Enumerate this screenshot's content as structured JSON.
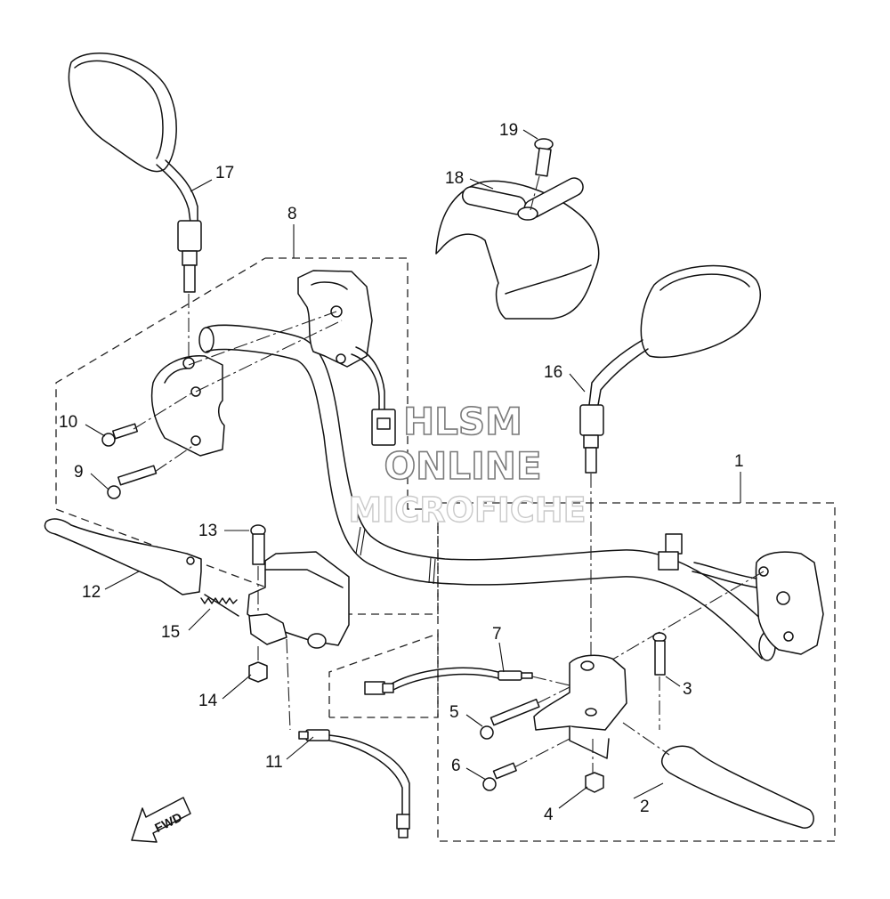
{
  "diagram": {
    "callouts": [
      {
        "id": "1",
        "text": "1"
      },
      {
        "id": "2",
        "text": "2"
      },
      {
        "id": "3",
        "text": "3"
      },
      {
        "id": "4",
        "text": "4"
      },
      {
        "id": "5",
        "text": "5"
      },
      {
        "id": "6",
        "text": "6"
      },
      {
        "id": "7",
        "text": "7"
      },
      {
        "id": "8",
        "text": "8"
      },
      {
        "id": "9",
        "text": "9"
      },
      {
        "id": "10",
        "text": "10"
      },
      {
        "id": "11",
        "text": "11"
      },
      {
        "id": "12",
        "text": "12"
      },
      {
        "id": "13",
        "text": "13"
      },
      {
        "id": "14",
        "text": "14"
      },
      {
        "id": "15",
        "text": "15"
      },
      {
        "id": "16",
        "text": "16"
      },
      {
        "id": "17",
        "text": "17"
      },
      {
        "id": "18",
        "text": "18"
      },
      {
        "id": "19",
        "text": "19"
      }
    ],
    "fwd_arrow": {
      "text": "FWD"
    },
    "watermark": {
      "line1": "HLSM",
      "line2": "ONLINE",
      "line3": "MICROFICHE"
    }
  }
}
